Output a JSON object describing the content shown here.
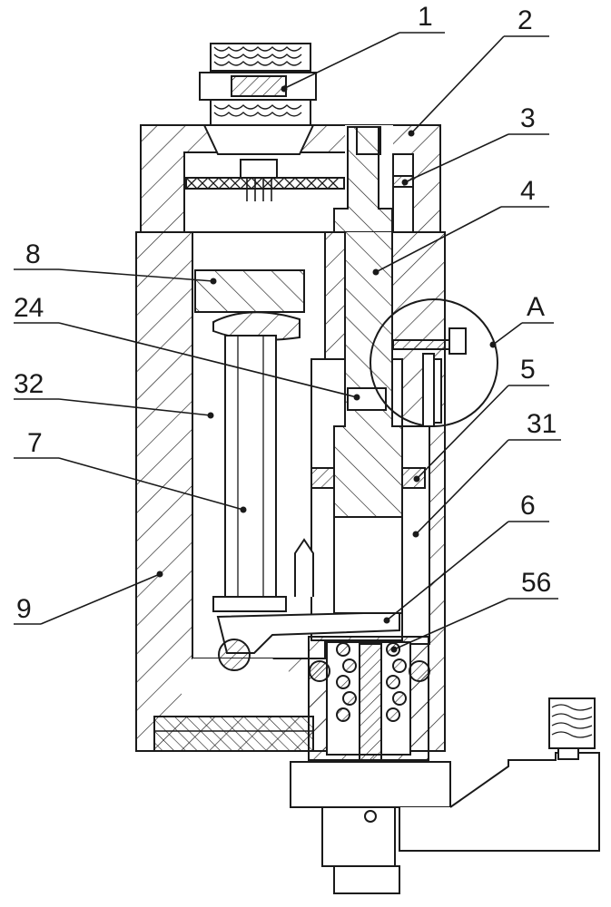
{
  "figure": {
    "colors": {
      "ink": "#1a1a1a",
      "background": "#ffffff"
    },
    "labels": {
      "l1": "1",
      "l2": "2",
      "l3": "3",
      "l4": "4",
      "lA": "A",
      "l5": "5",
      "l31": "31",
      "l6": "6",
      "l56": "56",
      "l8": "8",
      "l24": "24",
      "l32": "32",
      "l7": "7",
      "l9": "9"
    }
  }
}
